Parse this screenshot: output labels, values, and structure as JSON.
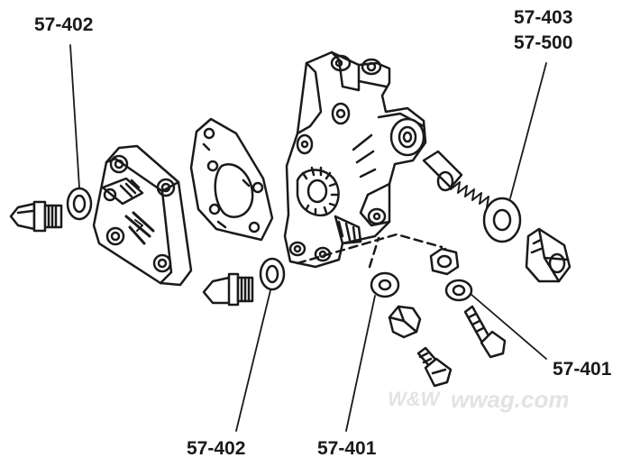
{
  "labels": {
    "top_left": "57-402",
    "top_right_1": "57-403",
    "top_right_2": "57-500",
    "right_mid": "57-401",
    "bottom_left": "57-402",
    "bottom_mid": "57-401"
  },
  "watermark": {
    "logo_text": "W&W",
    "site_text": "wwag.com"
  },
  "colors": {
    "ink": "#1a1a1a",
    "watermark": "#e3e3e3",
    "background": "#ffffff"
  },
  "parts": [
    "fitting-left",
    "washer-top-left",
    "cover-plate",
    "gasket",
    "pump-body",
    "sleeve",
    "spring",
    "washer-right",
    "plug-right",
    "fitting-lower",
    "washer-lower",
    "nut",
    "washer-small",
    "washer-mid",
    "cap-nut",
    "screw-right",
    "screw-lower"
  ]
}
